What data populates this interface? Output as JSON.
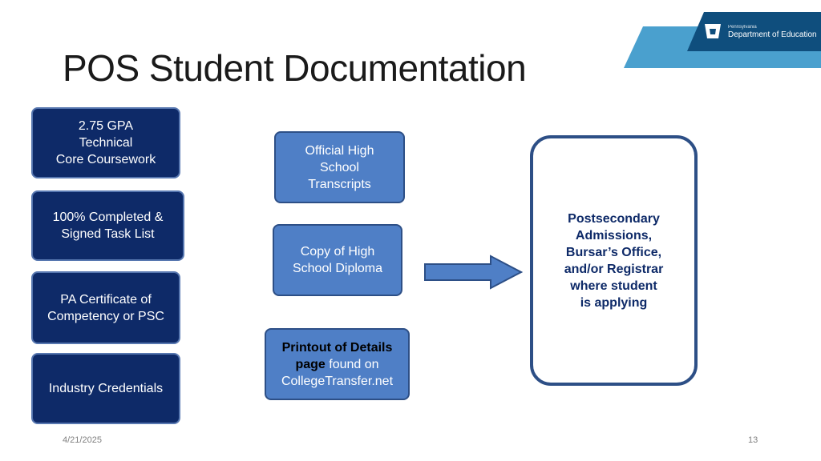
{
  "header": {
    "logo_small": "Pennsylvania",
    "logo_main": "Department of Education",
    "logo_icon": "keystone-icon",
    "colors": {
      "banner_light": "#2a8fc5",
      "banner_dark": "#0f4e7d"
    }
  },
  "slide": {
    "title": "POS Student Documentation"
  },
  "requirements": [
    "2.75 GPA\nTechnical\nCore Coursework",
    "100% Completed &\nSigned Task List",
    "PA Certificate of\nCompetency or PSC",
    "Industry Credentials"
  ],
  "documents": {
    "transcripts": "Official High\nSchool\nTranscripts",
    "diploma": "Copy of High\nSchool Diploma",
    "printout_bold": "Printout of Details\npage",
    "printout_rest": " found on\nCollegeTransfer.net"
  },
  "destination": {
    "text": "Postsecondary\nAdmissions,\nBursar’s Office,\nand/or Registrar\nwhere student\nis applying"
  },
  "footer": {
    "date": "4/21/2025",
    "page": "13"
  },
  "colors": {
    "dark_box": "#0e2a68",
    "mid_box": "#4f7fc6",
    "arrow": "#4f7fc6",
    "dest_border": "#2d4f86"
  }
}
